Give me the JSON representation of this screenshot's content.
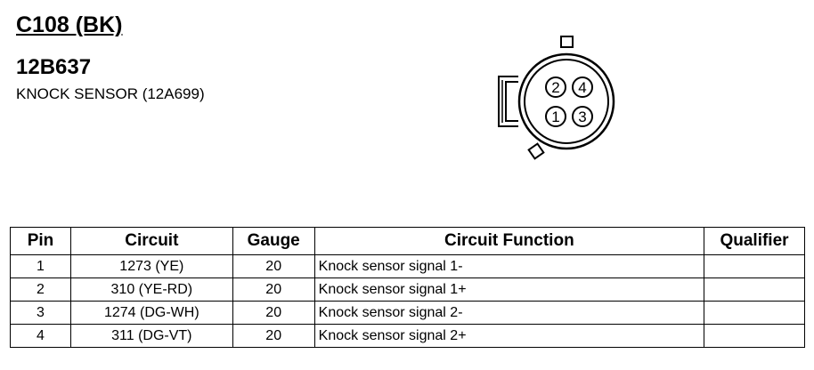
{
  "header": {
    "connector_id": "C108 (BK)",
    "part_number": "12B637",
    "description": "KNOCK SENSOR (12A699)"
  },
  "connector_diagram": {
    "pins": [
      {
        "label": "2",
        "row": 0,
        "col": 0
      },
      {
        "label": "4",
        "row": 0,
        "col": 1
      },
      {
        "label": "1",
        "row": 1,
        "col": 0
      },
      {
        "label": "3",
        "row": 1,
        "col": 1
      }
    ]
  },
  "table": {
    "columns": [
      "Pin",
      "Circuit",
      "Gauge",
      "Circuit Function",
      "Qualifier"
    ],
    "rows": [
      {
        "pin": "1",
        "circuit": "1273 (YE)",
        "gauge": "20",
        "function": "Knock sensor signal 1-",
        "qualifier": ""
      },
      {
        "pin": "2",
        "circuit": "310 (YE-RD)",
        "gauge": "20",
        "function": "Knock sensor signal 1+",
        "qualifier": ""
      },
      {
        "pin": "3",
        "circuit": "1274 (DG-WH)",
        "gauge": "20",
        "function": "Knock sensor signal 2-",
        "qualifier": ""
      },
      {
        "pin": "4",
        "circuit": "311 (DG-VT)",
        "gauge": "20",
        "function": "Knock sensor signal 2+",
        "qualifier": ""
      }
    ]
  }
}
